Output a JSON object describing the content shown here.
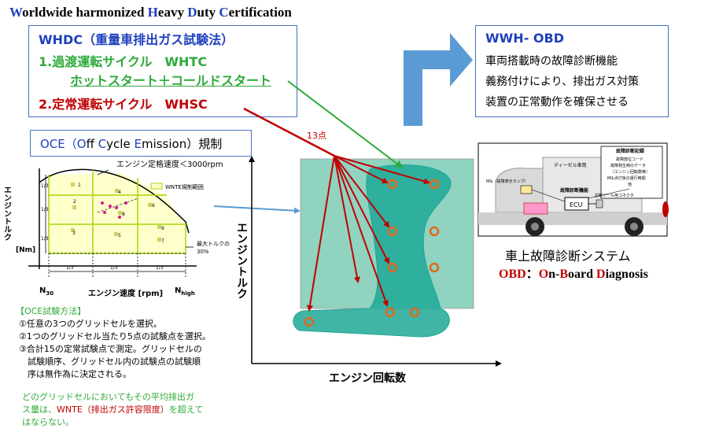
{
  "title": {
    "p1": "W",
    "p2": "orldwide harmonized ",
    "p3": "H",
    "p4": "eavy ",
    "p5": "D",
    "p6": "uty ",
    "p7": "C",
    "p8": "ertification"
  },
  "whdc": {
    "heading": "WHDC（重量車排出ガス試験法）",
    "item1": "1.過渡運転サイクル　WHTC",
    "item1_sub": "ホットスタート＋コールドスタート",
    "item2": "2.定常運転サイクル　WHSC"
  },
  "wwh": {
    "heading": "WWH- OBD",
    "lines": [
      "車両搭載時の故障診断機能",
      "義務付けにより、排出ガス対策",
      "装置の正常動作を確保させる"
    ]
  },
  "oce": {
    "label_a": "OCE（",
    "label_b": "O",
    "label_c": "ff ",
    "label_d": "C",
    "label_e": "ycle ",
    "label_f": "E",
    "label_g": "mission）",
    "label_h": "規制"
  },
  "small_chart": {
    "speed_note": "エンジン定格速度＜3000rpm",
    "legend": "WNTE規制範囲",
    "y_label": "エンジントルク",
    "y_unit": "[Nm]",
    "x_label": "エンジン速度 [rpm]",
    "n30": "N",
    "n30_sub": "30",
    "nhigh": "N",
    "nhigh_sub": "high",
    "max_torque": "最大トルクの",
    "max_torque2": "30%",
    "third": "1/3",
    "cells": [
      "1",
      "2",
      "3",
      "4",
      "5",
      "6",
      "7",
      "8",
      "9"
    ]
  },
  "method": {
    "heading": "【OCE試験方法】",
    "lines": [
      "①任意の3つのグリッドセルを選択。",
      "②1つのグリッドセル当たり5点の試験点を選択。",
      "③合計15の定常試験点で測定。グリッドセルの",
      "　試験順序、グリッドセル内の試験点の試験順",
      "　序は無作為に決定される。"
    ],
    "note1": "どのグリッドセルにおいてもその平均排出ガ",
    "note2a": "ス量は、",
    "note2b": "WNTE（排出ガス許容限度）",
    "note2c": "を超えて",
    "note3": "はならない。"
  },
  "main_chart": {
    "points_label": "13点",
    "y_label": "エンジントルク",
    "x_label": "エンジン回転数"
  },
  "obd": {
    "system_title": "車上故障診断システム",
    "sub1": "OBD",
    "sub2": "：",
    "sub3": "O",
    "sub4": "n-",
    "sub5": "B",
    "sub6": "oard ",
    "sub7": "D",
    "sub8": "iagnosis",
    "diagram": {
      "record": "故障診断記録",
      "record_items": [
        "故障部位コード",
        "故障発生時のデータ",
        "（エンジン回転数等）",
        "MIL点灯後の運行時間",
        "他"
      ],
      "diesel": "ディーゼル車両",
      "mil": "MIL（故障表示ランプ）",
      "func": "故障診断機能",
      "ecu": "ECU",
      "connector": "診断ツール用コネクタ"
    }
  },
  "colors": {
    "blue": "#1f3fbf",
    "green": "#2eaa3a",
    "red": "#c00000",
    "teal": "#1fa896",
    "teal_light": "#8fd3c0",
    "arrow_blue": "#5b9bd5"
  }
}
